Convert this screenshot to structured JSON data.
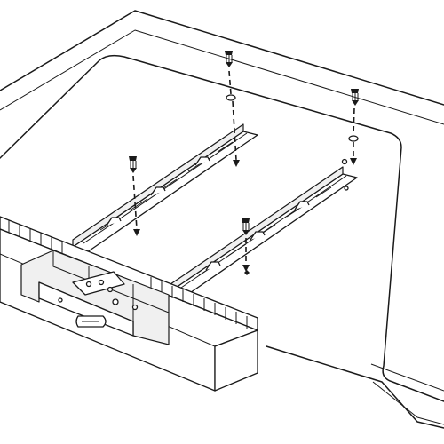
{
  "figure": {
    "kind": "line-art installation diagram",
    "components": [
      "tv-back-panel",
      "left-mounting-rail",
      "right-mounting-rail",
      "mounting-screw",
      "washer",
      "soundbar-bracket",
      "soundbar"
    ],
    "screw_count": 4,
    "rail_count": 2,
    "line_color": "#1a1a1a",
    "background_color": "#ffffff"
  }
}
